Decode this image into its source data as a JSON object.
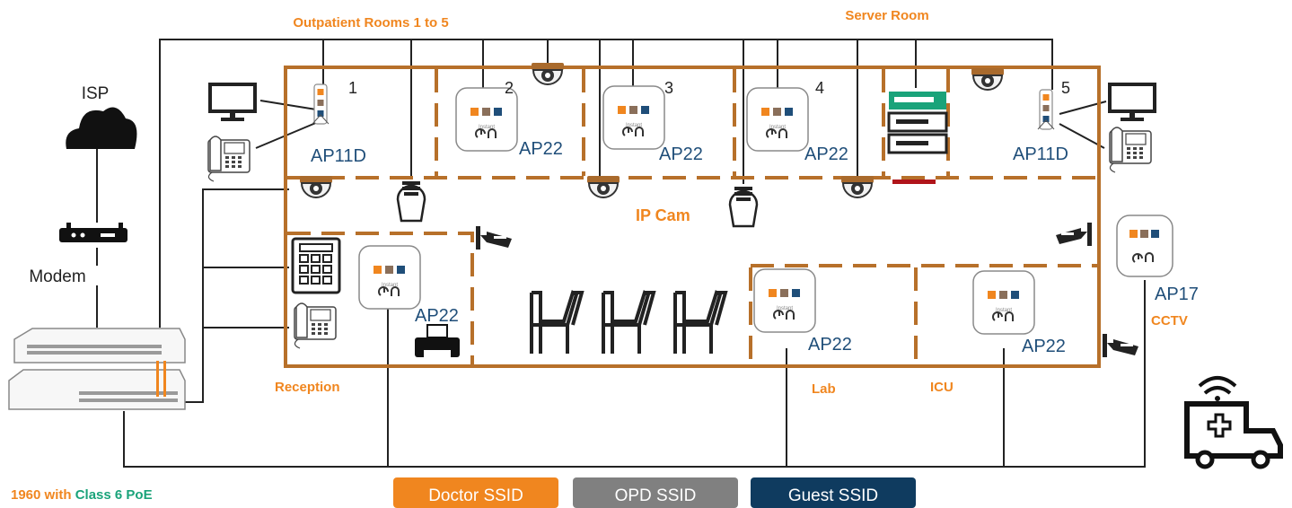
{
  "labels": {
    "outpatient": "Outpatient Rooms 1 to 5",
    "server_room": "Server Room",
    "isp": "ISP",
    "modem": "Modem",
    "ip_cam": "IP Cam",
    "reception": "Reception",
    "lab": "Lab",
    "icu": "ICU",
    "cctv": "CCTV",
    "switch_note_1": "1960 with",
    "switch_note_2": "Class 6 PoE"
  },
  "access_points": {
    "ap_room1": "AP11D",
    "ap_room2": "AP22",
    "ap_room3": "AP22",
    "ap_room4": "AP22",
    "ap_room5": "AP11D",
    "ap_reception": "AP22",
    "ap_lab": "AP22",
    "ap_icu": "AP22",
    "ap_outdoor": "AP17"
  },
  "room_numbers": [
    "1",
    "2",
    "3",
    "4",
    "5"
  ],
  "ap_face_text": {
    "brand_small": "Instant",
    "brand_big": "ON"
  },
  "ssids": [
    {
      "label": "Doctor SSID",
      "color": "#f0861f"
    },
    {
      "label": "OPD SSID",
      "color": "#808080"
    },
    {
      "label": "Guest SSID",
      "color": "#0f3b5f"
    }
  ],
  "colors": {
    "wall": "#b7702a",
    "orange": "#f0861f",
    "ap_blue": "#1f4e79",
    "green": "#1aa37a"
  }
}
